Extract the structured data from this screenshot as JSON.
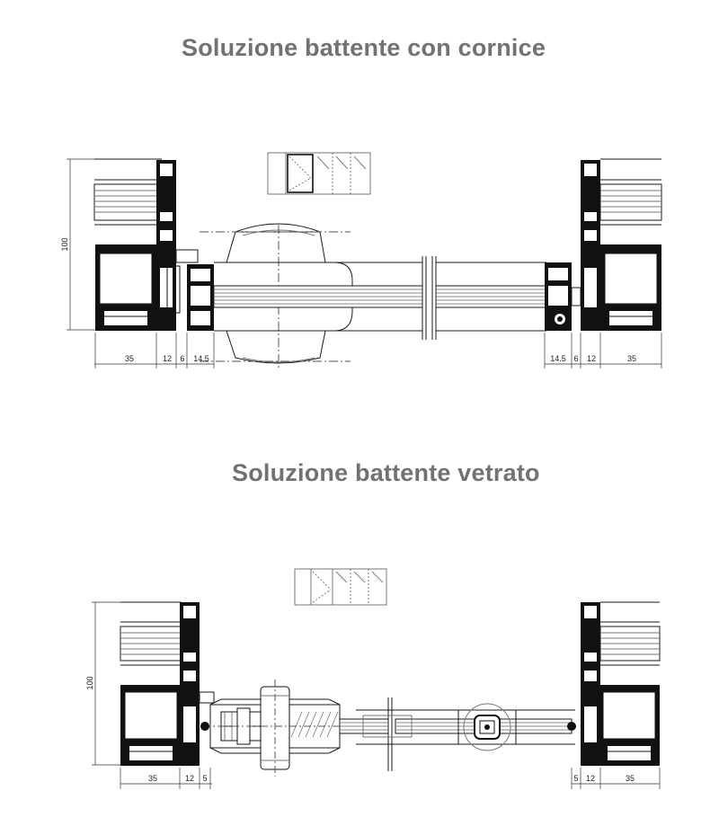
{
  "section1": {
    "title": "Soluzione battente con cornice",
    "height_dim": "100",
    "dims_left": [
      "35",
      "12",
      "6",
      "14.5"
    ],
    "dims_right": [
      "14.5",
      "6",
      "12",
      "35"
    ]
  },
  "section2": {
    "title": "Soluzione battente vetrato",
    "height_dim": "100",
    "dims_left": [
      "35",
      "12",
      "5"
    ],
    "dims_right": [
      "5",
      "12",
      "35"
    ]
  },
  "colors": {
    "title": "#727272",
    "line": "#1a1a1a",
    "fill": "#000000"
  }
}
